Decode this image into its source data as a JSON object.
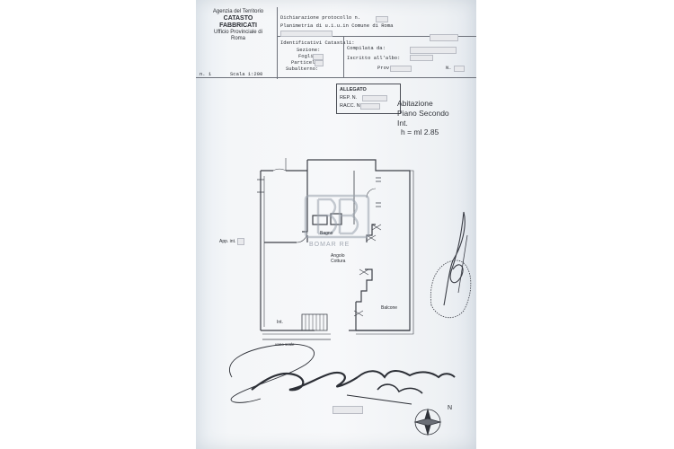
{
  "agency": {
    "line1": "Agenzia del Territorio",
    "line2": "CATASTO FABBRICATI",
    "line3": "Ufficio Provinciale di",
    "line4": "Roma"
  },
  "header": {
    "dichiarazione": "Dichiarazione protocollo n.",
    "planimetria": "Planimetria di u.i.u.in Comune di Roma",
    "identificativi": "Identificativi Catastali:",
    "sezione": "Sezione:",
    "foglio": "Foglio:",
    "particella": "Particella:",
    "subalterno": "Subalterno:",
    "compilata": "Compilata da:",
    "iscritto": "Iscritto all'albo:",
    "prov": "Prov.",
    "n": "N.",
    "scheda": "n. 1",
    "scala": "Scala 1:200"
  },
  "allegato_box": {
    "allegato": "ALLEGATO",
    "rep": "REP. N.",
    "racc": "RACC. N."
  },
  "unit_info": {
    "title": "Abitazione",
    "floor": "Piano Secondo",
    "int": "Int.",
    "height": "h = ml 2.85"
  },
  "plan_labels": {
    "bagno": "Bagno",
    "angolo": "Angolo",
    "cottura": "Cottura",
    "balcone": "Balcone",
    "app": "App. int.",
    "int": "Int.",
    "vano_scale": "vano scale"
  },
  "watermark": {
    "text": "BOMAR RE"
  },
  "compass": {
    "north": "N"
  }
}
